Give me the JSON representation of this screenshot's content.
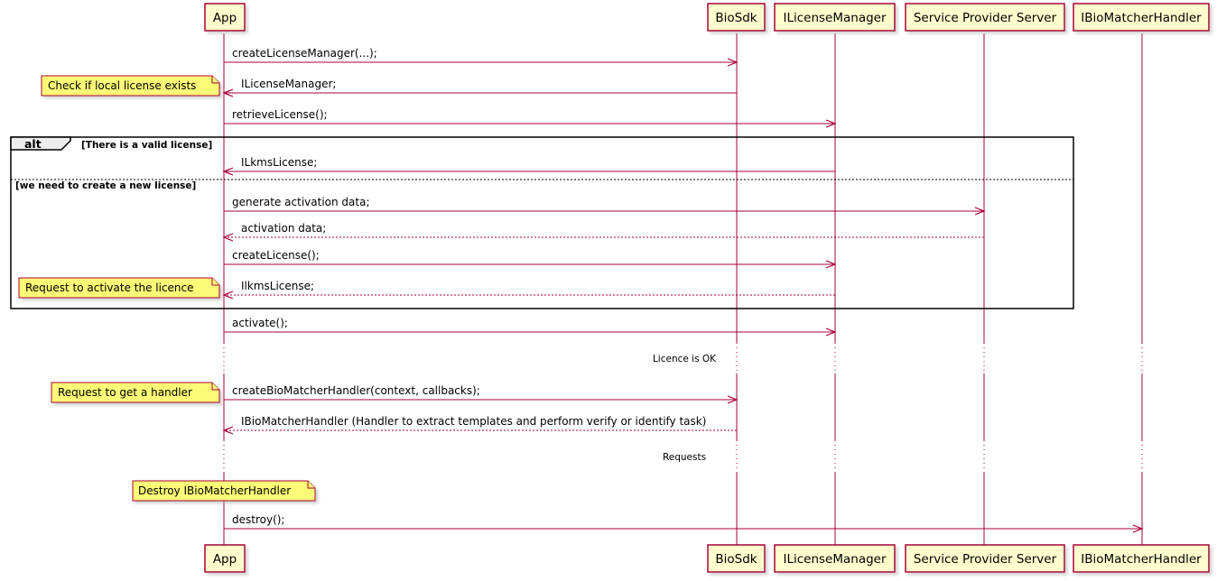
{
  "colors": {
    "lifeline": "#A80036",
    "participant_fill": "#FEFECE",
    "participant_border": "#A80036",
    "note_fill": "#FBFB77",
    "note_border": "#A80036",
    "frame": "#000000",
    "shadow": "#B4B4B4"
  },
  "participants": [
    {
      "id": "app",
      "label": "App"
    },
    {
      "id": "biosdk",
      "label": "BioSdk"
    },
    {
      "id": "licmgr",
      "label": "ILicenseManager"
    },
    {
      "id": "sps",
      "label": "Service Provider Server"
    },
    {
      "id": "handler",
      "label": "IBioMatcherHandler"
    }
  ],
  "messages": [
    {
      "id": "m1",
      "from": "app",
      "to": "biosdk",
      "text": "createLicenseManager(...);",
      "style": "solid"
    },
    {
      "id": "m2",
      "from": "biosdk",
      "to": "app",
      "text": "ILicenseManager;",
      "style": "solid"
    },
    {
      "id": "m3",
      "from": "app",
      "to": "licmgr",
      "text": "retrieveLicense();",
      "style": "solid"
    },
    {
      "id": "m4",
      "from": "licmgr",
      "to": "app",
      "text": "ILkmsLicense;",
      "style": "solid"
    },
    {
      "id": "m5",
      "from": "app",
      "to": "sps",
      "text": "generate activation data;",
      "style": "solid"
    },
    {
      "id": "m6",
      "from": "sps",
      "to": "app",
      "text": "activation data;",
      "style": "dashed"
    },
    {
      "id": "m7",
      "from": "app",
      "to": "licmgr",
      "text": "createLicense();",
      "style": "solid"
    },
    {
      "id": "m8",
      "from": "licmgr",
      "to": "app",
      "text": "IlkmsLicense;",
      "style": "dashed"
    },
    {
      "id": "m9",
      "from": "app",
      "to": "licmgr",
      "text": "activate();",
      "style": "solid"
    },
    {
      "id": "m10",
      "from": "app",
      "to": "biosdk",
      "text": "createBioMatcherHandler(context, callbacks);",
      "style": "solid"
    },
    {
      "id": "m11",
      "from": "biosdk",
      "to": "app",
      "text": "IBioMatcherHandler (Handler to extract templates and perform verify or identify task)",
      "style": "dashed"
    },
    {
      "id": "m12",
      "from": "app",
      "to": "handler",
      "text": "destroy();",
      "style": "solid"
    }
  ],
  "notes": [
    {
      "id": "n1",
      "text": "Check if local license exists"
    },
    {
      "id": "n2",
      "text": "Request to activate the licence"
    },
    {
      "id": "n3",
      "text": "Request to get a handler"
    },
    {
      "id": "n4",
      "text": "Destroy IBioMatcherHandler"
    }
  ],
  "alt_frame": {
    "keyword": "alt",
    "guard1": "[There is a valid license]",
    "guard2": "[we need to create a new license]"
  },
  "delays": [
    {
      "id": "d1",
      "text": "Licence is OK"
    },
    {
      "id": "d2",
      "text": "Requests"
    }
  ]
}
